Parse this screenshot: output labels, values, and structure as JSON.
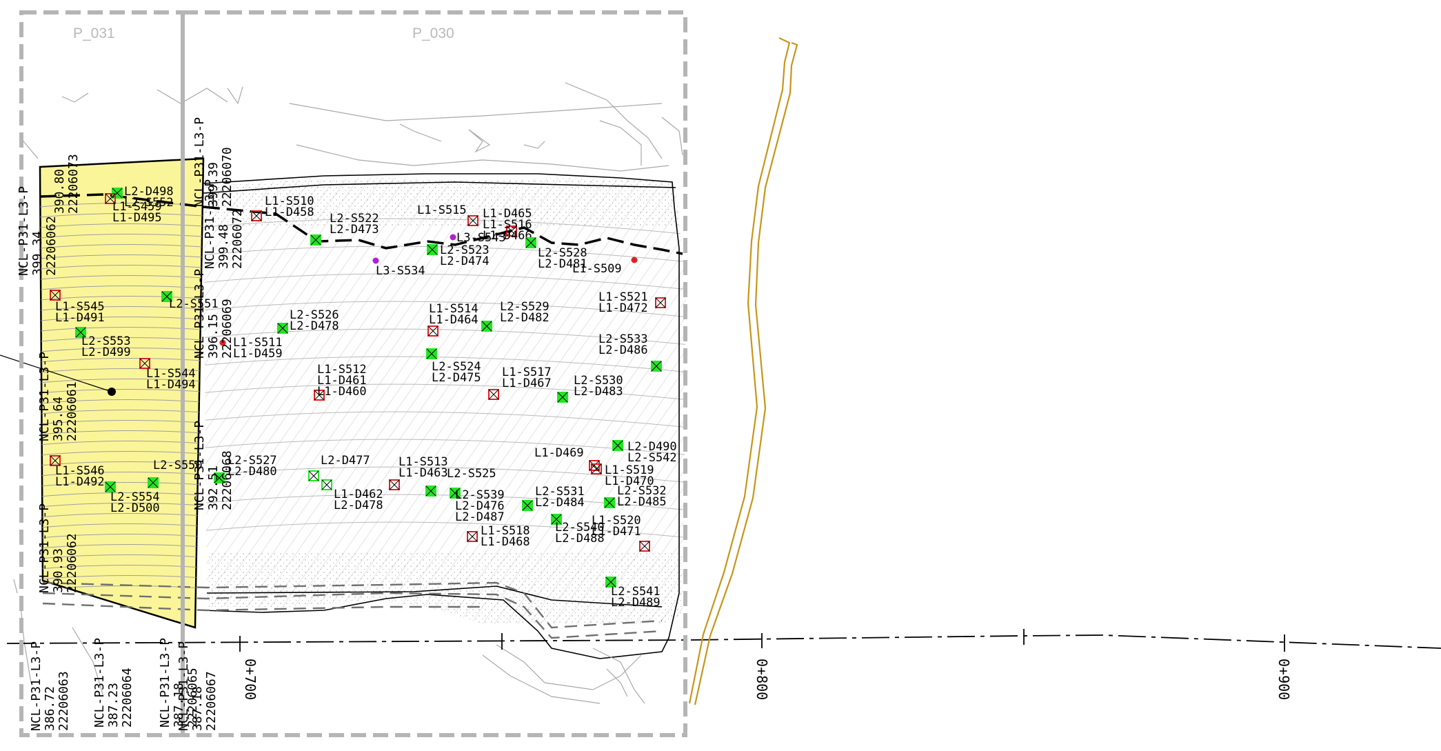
{
  "sheets": [
    "P_031",
    "P_030"
  ],
  "stations": [
    "0+700",
    "0+800",
    "0+900"
  ],
  "colors": {
    "fill_zone": "#fbf59a",
    "sheet_border": "#b5b5b5",
    "contour": "#a8a8a8",
    "road": "#c8951a",
    "green_marker": "#22e622",
    "red_marker": "#e02020",
    "purple_marker": "#b020d0"
  },
  "markers": [
    {
      "kind": "green",
      "icon": "green-square-marker-icon",
      "labels": [
        "L2-D498",
        "L2-S552"
      ]
    },
    {
      "kind": "red",
      "icon": "red-cross-marker-icon",
      "labels": [
        "L1-S459",
        "L1-D495"
      ]
    },
    {
      "kind": "red",
      "icon": "red-cross-marker-icon",
      "labels": [
        "L1-S545",
        "L1-D491"
      ]
    },
    {
      "kind": "green",
      "icon": "green-square-marker-icon",
      "labels": [
        "L2-S553",
        "L2-D499"
      ]
    },
    {
      "kind": "red",
      "icon": "red-cross-marker-icon",
      "labels": [
        "L1-S544",
        "L1-D494"
      ]
    },
    {
      "kind": "green",
      "icon": "green-square-marker-icon",
      "labels": [
        "L2-S551"
      ]
    },
    {
      "kind": "red",
      "icon": "red-cross-marker-icon",
      "labels": [
        "L1-S546",
        "L1-D492"
      ]
    },
    {
      "kind": "green",
      "icon": "green-square-marker-icon",
      "labels": [
        "L2-S554",
        "L2-D500"
      ]
    },
    {
      "kind": "green",
      "icon": "green-square-marker-icon",
      "labels": [
        "L2-S550"
      ]
    },
    {
      "kind": "red",
      "icon": "red-cross-marker-icon",
      "labels": [
        "L1-S510",
        "L1-D458"
      ]
    },
    {
      "kind": "green",
      "icon": "green-square-marker-icon",
      "labels": [
        "L2-S522",
        "L2-D473"
      ]
    },
    {
      "kind": "red",
      "icon": "red-cross-marker-icon",
      "labels": [
        "L1-S515"
      ]
    },
    {
      "kind": "red",
      "icon": "red-cross-marker-icon",
      "labels": [
        "L1-D465",
        "L1-S516",
        "L1-D466"
      ]
    },
    {
      "kind": "purple",
      "icon": "purple-dot-marker-icon",
      "labels": [
        "L3-S543"
      ]
    },
    {
      "kind": "green",
      "icon": "green-square-marker-icon",
      "labels": [
        "L2-S523",
        "L2-D474"
      ]
    },
    {
      "kind": "purple",
      "icon": "purple-dot-marker-icon",
      "labels": [
        "L3-S534"
      ]
    },
    {
      "kind": "green",
      "icon": "green-square-marker-icon",
      "labels": [
        "L2-S528",
        "L2-D481"
      ]
    },
    {
      "kind": "red",
      "icon": "red-dot-marker-icon",
      "labels": [
        "L1-S509"
      ]
    },
    {
      "kind": "red",
      "icon": "red-cross-marker-icon",
      "labels": [
        "L1-S521",
        "L1-D472"
      ]
    },
    {
      "kind": "green",
      "icon": "green-square-marker-icon",
      "labels": [
        "L2-S526",
        "L2-D478"
      ]
    },
    {
      "kind": "red",
      "icon": "red-dot-marker-icon",
      "labels": [
        "L1-S511",
        "L1-D459"
      ]
    },
    {
      "kind": "red",
      "icon": "red-cross-marker-icon",
      "labels": [
        "L1-S514",
        "L1-D464"
      ]
    },
    {
      "kind": "green",
      "icon": "green-square-marker-icon",
      "labels": [
        "L2-S529",
        "L2-D482"
      ]
    },
    {
      "kind": "green",
      "icon": "green-square-marker-icon",
      "labels": [
        "L2-S533",
        "L2-D486"
      ]
    },
    {
      "kind": "green",
      "icon": "green-square-marker-icon",
      "labels": [
        "L2-S524",
        "L2-D475"
      ]
    },
    {
      "kind": "red",
      "icon": "red-cross-marker-icon",
      "labels": [
        "L1-S512",
        "L1-D461",
        "L1-D460"
      ]
    },
    {
      "kind": "red",
      "icon": "red-cross-marker-icon",
      "labels": [
        "L1-S517",
        "L1-D467"
      ]
    },
    {
      "kind": "green",
      "icon": "green-square-marker-icon",
      "labels": [
        "L2-S530",
        "L2-D483"
      ]
    },
    {
      "kind": "green",
      "icon": "green-square-marker-icon",
      "labels": [
        "L2-S527",
        "L2-D480"
      ]
    },
    {
      "kind": "green",
      "icon": "green-open-marker-icon",
      "labels": [
        "L2-D477"
      ]
    },
    {
      "kind": "green",
      "icon": "green-open-marker-icon",
      "labels": [
        "L1-D462",
        "L2-D478"
      ]
    },
    {
      "kind": "red",
      "icon": "red-cross-marker-icon",
      "labels": [
        "L1-S513",
        "L1-D463"
      ]
    },
    {
      "kind": "green",
      "icon": "green-square-marker-icon",
      "labels": [
        "L2-S525"
      ]
    },
    {
      "kind": "green",
      "icon": "green-square-marker-icon",
      "labels": [
        "L2-S539",
        "L2-D476",
        "L2-D487"
      ]
    },
    {
      "kind": "green",
      "icon": "green-square-marker-icon",
      "labels": [
        "L2-S531",
        "L2-D484"
      ]
    },
    {
      "kind": "red",
      "icon": "red-cross-marker-icon",
      "labels": [
        "L1-D469"
      ]
    },
    {
      "kind": "green",
      "icon": "green-square-marker-icon",
      "labels": [
        "L2-D490",
        "L2-S542"
      ]
    },
    {
      "kind": "red",
      "icon": "red-cross-marker-icon",
      "labels": [
        "L1-S519",
        "L1-D470"
      ]
    },
    {
      "kind": "green",
      "icon": "green-square-marker-icon",
      "labels": [
        "L2-S532",
        "L2-D485"
      ]
    },
    {
      "kind": "green",
      "icon": "green-square-marker-icon",
      "labels": [
        "L2-S540",
        "L2-D488"
      ]
    },
    {
      "kind": "red",
      "icon": "red-cross-marker-icon",
      "labels": [
        "L1-S520",
        "L1-D471"
      ]
    },
    {
      "kind": "red",
      "icon": "red-cross-marker-icon",
      "labels": [
        "L1-S518",
        "L1-D468"
      ]
    },
    {
      "kind": "green",
      "icon": "green-square-marker-icon",
      "labels": [
        "L2-S541",
        "L2-D489"
      ]
    }
  ],
  "corner_points": [
    {
      "lines": [
        "NCL-P31-L3-P",
        "399.34",
        "22206062"
      ]
    },
    {
      "lines": [
        "NCL-P31-L3-P",
        "395.64",
        "22206061"
      ]
    },
    {
      "lines": [
        "NCL-P31-L3-P",
        "390.93",
        "22206062"
      ]
    },
    {
      "lines": [
        "NCL-P31-L3-P",
        "386.72",
        "22206063"
      ]
    },
    {
      "lines": [
        "NCL-P31-L3-P",
        "387.23",
        "22206064"
      ]
    },
    {
      "lines": [
        "NCL-P31-L3-P",
        "387.18",
        "22206065"
      ]
    },
    {
      "lines": [
        "NCL-P31-L3-P",
        "387.18",
        "22206067"
      ]
    },
    {
      "lines": [
        "NCL-P31-L3-P",
        "392.51",
        "22206068"
      ]
    },
    {
      "lines": [
        "NCL-P31-L3-P",
        "396.15",
        "22206069"
      ]
    },
    {
      "lines": [
        "NCL-P31-L3-P",
        "399.39",
        "22206070"
      ]
    },
    {
      "lines": [
        "NCL-P31-L3-P",
        "399.48",
        "22206072"
      ]
    },
    {
      "lines": [
        "390.80",
        "22206073"
      ]
    }
  ]
}
